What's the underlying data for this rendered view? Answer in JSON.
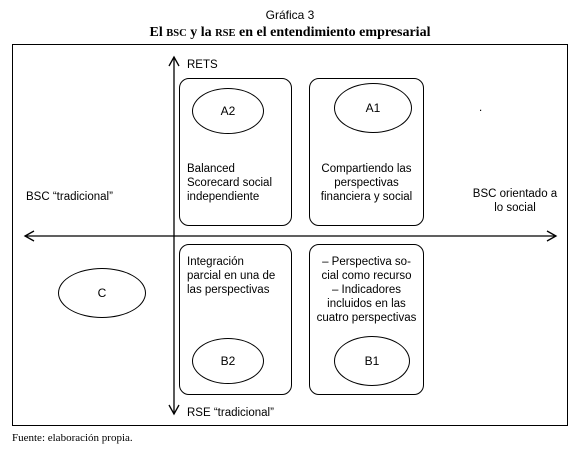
{
  "figure": {
    "caption": "Gráfica 3",
    "title_parts": [
      "El ",
      "BSC",
      " y la ",
      "RSE",
      " en el entendimiento empresarial"
    ]
  },
  "axes": {
    "top": "RETS",
    "bottom": "RSE “tradicional”",
    "left": "BSC “tradicional”",
    "right_line1": "BSC orientado a",
    "right_line2": "lo social"
  },
  "quadrants": {
    "a2": {
      "label": "A2",
      "lines": [
        "Balanced",
        "Scorecard social",
        "independiente"
      ]
    },
    "a1": {
      "label": "A1",
      "lines": [
        "Compartiendo las",
        "perspectivas",
        "financiera y social"
      ]
    },
    "b2": {
      "label": "B2",
      "lines": [
        "Integración",
        "parcial en una de",
        "las perspectivas"
      ]
    },
    "b1": {
      "label": "B1",
      "lines": [
        "– Perspectiva so-",
        "cial como recurso",
        "– Indicadores",
        "incluidos en las",
        "cuatro perspectivas"
      ]
    }
  },
  "outside": {
    "c": "C",
    "dot": "."
  },
  "source": "Fuente: elaboración propia."
}
